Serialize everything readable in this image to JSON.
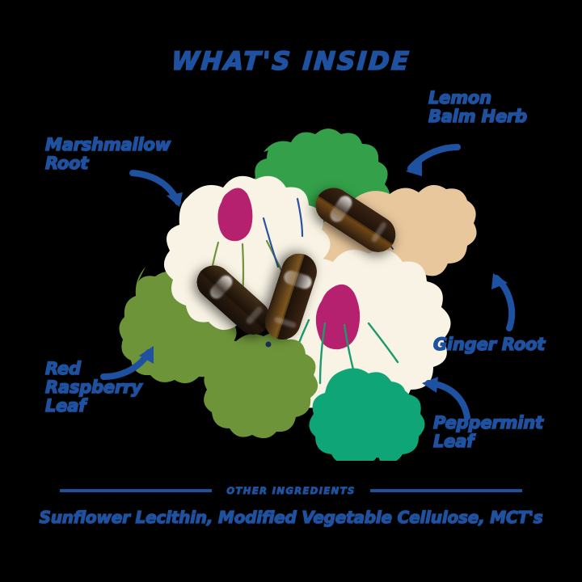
{
  "page": {
    "background_color": "#000000",
    "accent_blue": "#1e52a0",
    "title": "WHAT'S  INSIDE"
  },
  "callouts": [
    {
      "id": "marshmallow-root",
      "label": "Marshmallow\nRoot",
      "arrow": "curved-arrow-down-right",
      "color": "#1e52a0"
    },
    {
      "id": "lemon-balm-herb",
      "label": "Lemon\nBalm Herb",
      "arrow": "curved-arrow-down-left",
      "color": "#1e52a0"
    },
    {
      "id": "ginger-root",
      "label": "Ginger Root",
      "arrow": "curved-arrow-up-left",
      "color": "#1e52a0"
    },
    {
      "id": "peppermint-leaf",
      "label": "Peppermint\nLeaf",
      "arrow": "curved-arrow-up-left",
      "color": "#1e52a0"
    },
    {
      "id": "red-raspberry-leaf",
      "label": "Red\nRaspberry\nLeaf",
      "arrow": "curved-arrow-up-right",
      "color": "#1e52a0"
    }
  ],
  "artwork": {
    "colors": {
      "flower_petal_cream": "#f8f3e4",
      "flower_center_magenta": "#b5216f",
      "leaf_bright_green": "#34a14a",
      "leaf_olive_green": "#6e943a",
      "leaf_teal_green": "#0fa577",
      "ginger_root_tan": "#e8c79c",
      "capsule_dark_brown": "#2e1d12",
      "capsule_amber": "#8a5a1e",
      "vein_green": "#1c9a6c",
      "vein_blue": "#2a52a0"
    },
    "elements": [
      "cream-flower-upper-left",
      "cream-flower-lower-right",
      "bright-green-mint-leaf-top",
      "olive-green-raspberry-leaf-left",
      "olive-green-raspberry-leaf-bottom",
      "teal-peppermint-leaf-bottom-right",
      "tan-ginger-root-right",
      "capsule-upper-right",
      "capsule-left",
      "capsule-center"
    ]
  },
  "footer": {
    "heading": "OTHER INGREDIENTS",
    "ingredients": "Sunflower Lecithin, Modified Vegetable Cellulose, MCT's",
    "rule_color": "#1e52a0"
  }
}
